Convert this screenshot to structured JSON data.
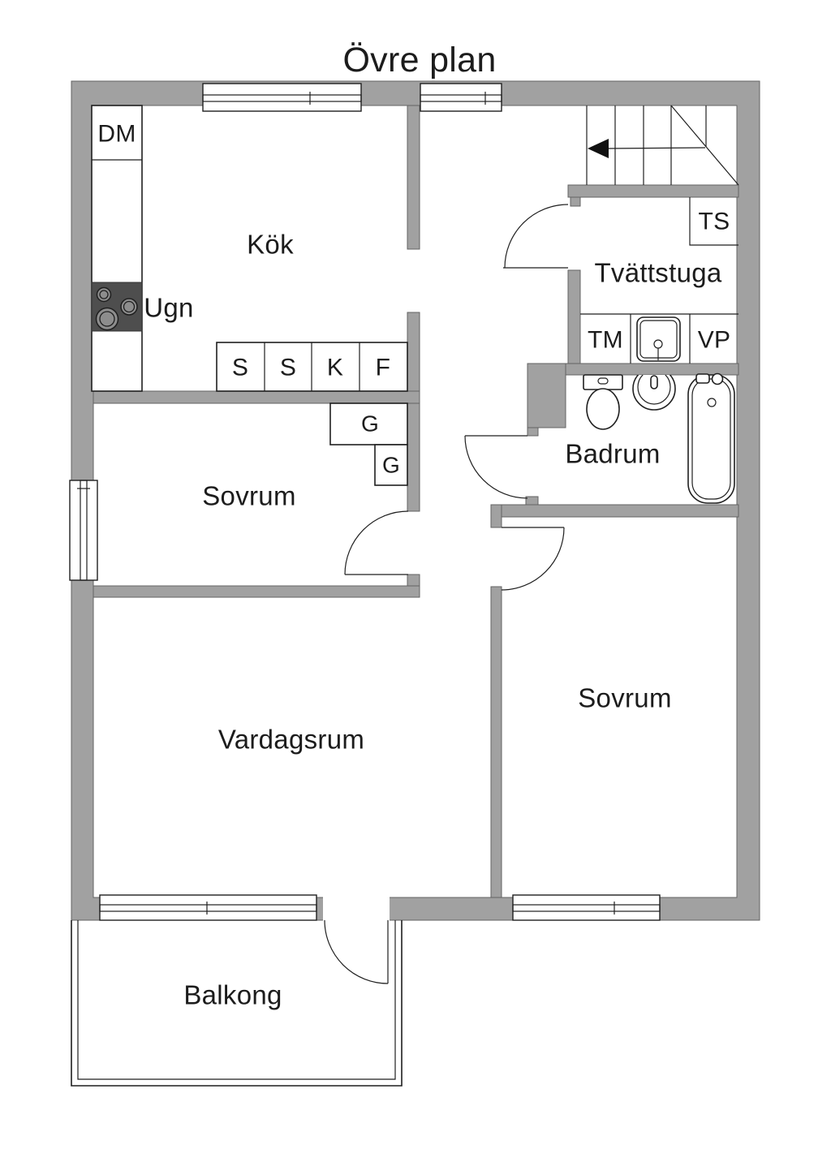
{
  "title": "Övre plan",
  "rooms": {
    "kok": "Kök",
    "tvattstuga": "Tvättstuga",
    "badrum": "Badrum",
    "sovrum_upper": "Sovrum",
    "sovrum_lower": "Sovrum",
    "vardagsrum": "Vardagsrum",
    "balkong": "Balkong"
  },
  "fixture_labels": {
    "dm": "DM",
    "ugn": "Ugn",
    "ts": "TS",
    "tm": "TM",
    "vp": "VP",
    "s1": "S",
    "s2": "S",
    "k": "K",
    "f": "F",
    "g1": "G",
    "g2": "G"
  },
  "colors": {
    "wall": "#a1a1a1",
    "wall_outline": "#636363",
    "stove": "#4e4e4e",
    "line": "#1f1f1f",
    "background": "#ffffff"
  }
}
